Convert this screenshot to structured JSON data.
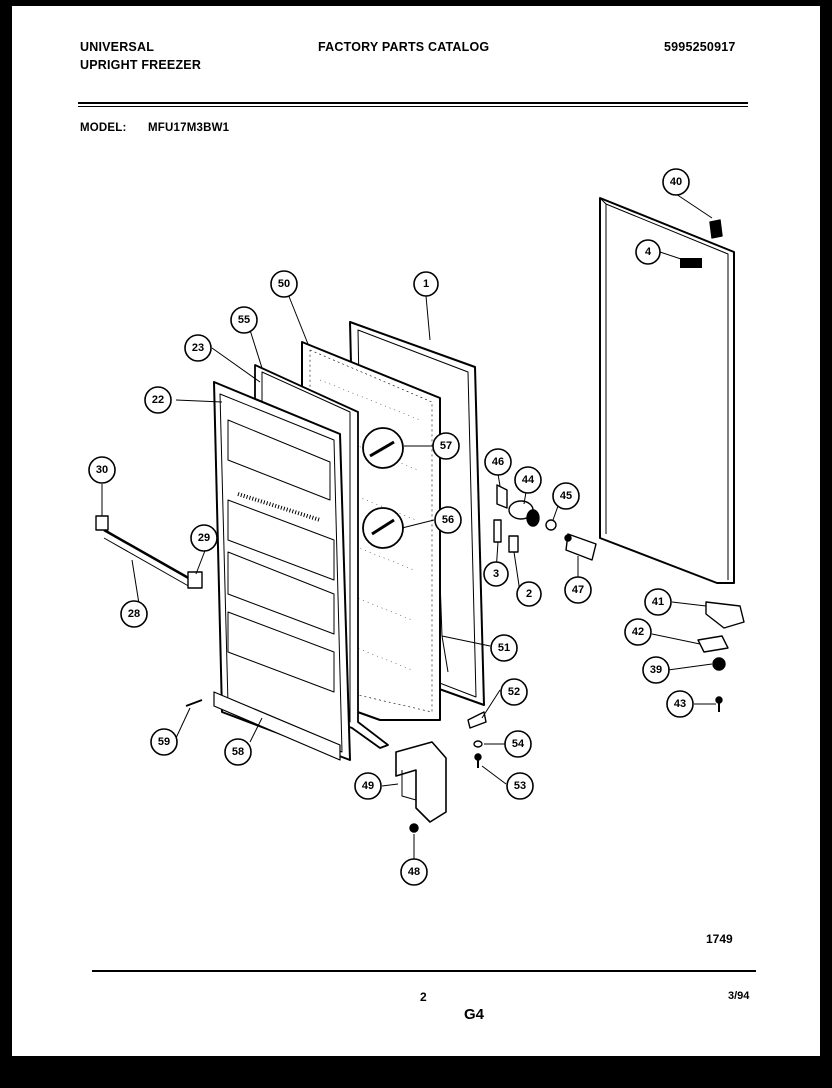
{
  "header": {
    "brand_line1": "UNIVERSAL",
    "brand_line2": "UPRIGHT FREEZER",
    "catalog_title": "FACTORY PARTS CATALOG",
    "catalog_number": "5995250917",
    "model_label": "MODEL:",
    "model_number": "MFU17M3BW1"
  },
  "diagram": {
    "callouts": [
      "1",
      "2",
      "3",
      "4",
      "22",
      "23",
      "28",
      "29",
      "30",
      "39",
      "40",
      "41",
      "42",
      "43",
      "44",
      "45",
      "46",
      "47",
      "48",
      "49",
      "50",
      "51",
      "52",
      "53",
      "54",
      "55",
      "56",
      "57",
      "58",
      "59"
    ]
  },
  "footer": {
    "drawing_number": "1749",
    "page_number": "2",
    "section": "G4",
    "date": "3/94"
  }
}
